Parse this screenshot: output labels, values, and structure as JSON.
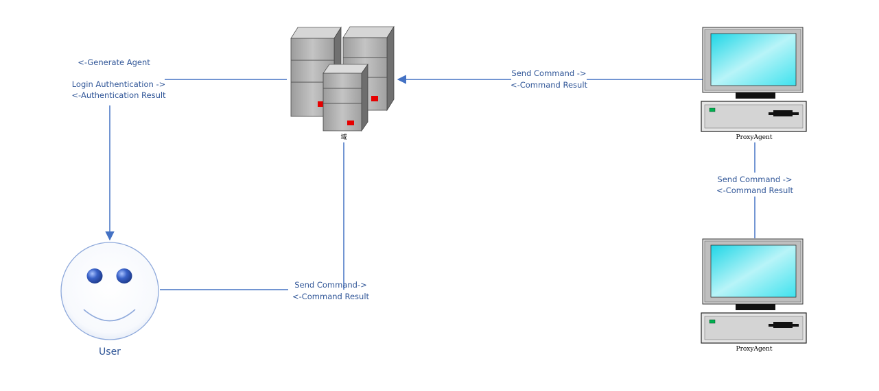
{
  "colors": {
    "line": "#4472c4",
    "text": "#2f5597",
    "server_body": "#a6a6a6",
    "server_led": "#e60000",
    "monitor_screen": "#28e0ec",
    "pc_led": "#00b050",
    "face_outline": "#8ea9db",
    "eye": "#2f55b8"
  },
  "icons": {
    "server": "server-cluster-icon",
    "computer": "desktop-computer-icon",
    "user": "smiley-face-icon"
  },
  "nodes": {
    "server": {
      "caption": "域"
    },
    "proxy_top": {
      "caption": "ProxyAgent"
    },
    "proxy_bottom": {
      "caption": "ProxyAgent"
    },
    "user": {
      "caption": "User"
    }
  },
  "edges": {
    "user_server": {
      "generate": "<-Generate Agent",
      "login": "Login Authentication ->",
      "auth_result": "<-Authentication Result"
    },
    "proxy_server": {
      "send": "Send Command ->",
      "result": "<-Command Result"
    },
    "proxy_proxy": {
      "send": "Send Command ->",
      "result": "<-Command Result"
    },
    "user_direct": {
      "send": "Send Command->",
      "result": "<-Command Result"
    }
  }
}
